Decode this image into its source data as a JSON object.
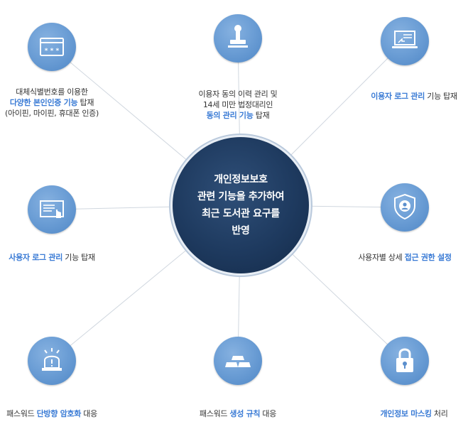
{
  "hub": {
    "line1": "개인정보보호",
    "line2": "관련 기능을 추가하여",
    "line3": "최근 도서관 요구를",
    "line4": "반영"
  },
  "colors": {
    "accent": "#3a7bd5",
    "node": "#6d9fd6",
    "hub": "#1e3a5f",
    "line": "#d0d7df"
  },
  "items": [
    {
      "icon": "password-card-icon",
      "lines": [
        [
          {
            "t": "대체식별번호를 이용한",
            "hl": false
          }
        ],
        [
          {
            "t": "다양한 본인인증 기능",
            "hl": true
          },
          {
            "t": " 탑재",
            "hl": false
          }
        ],
        [
          {
            "t": "(아이핀, 마이핀, 휴대폰 인증)",
            "hl": false
          }
        ]
      ]
    },
    {
      "icon": "stamp-icon",
      "lines": [
        [
          {
            "t": "이용자 동의 이력 관리 및",
            "hl": false
          }
        ],
        [
          {
            "t": "14세 미만 법정대리인",
            "hl": false
          }
        ],
        [
          {
            "t": "동의 관리 기능",
            "hl": true
          },
          {
            "t": " 탑재",
            "hl": false
          }
        ]
      ]
    },
    {
      "icon": "laptop-icon",
      "lines": [
        [
          {
            "t": "이용자 로그 관리",
            "hl": true
          },
          {
            "t": " 기능 탑재",
            "hl": false
          }
        ]
      ]
    },
    {
      "icon": "log-screen-hand-icon",
      "lines": [
        [
          {
            "t": "사용자 로그 관리",
            "hl": true
          },
          {
            "t": " 기능 탑재",
            "hl": false
          }
        ]
      ]
    },
    {
      "icon": "user-shield-icon",
      "lines": [
        [
          {
            "t": "사용자별 상세 ",
            "hl": false
          },
          {
            "t": "접근 권한 설정",
            "hl": true
          }
        ]
      ]
    },
    {
      "icon": "alarm-light-icon",
      "lines": [
        [
          {
            "t": "패스워드 ",
            "hl": false
          },
          {
            "t": "단방향 암호화",
            "hl": true
          },
          {
            "t": " 대응",
            "hl": false
          }
        ]
      ]
    },
    {
      "icon": "gold-bars-icon",
      "lines": [
        [
          {
            "t": "패스워드 ",
            "hl": false
          },
          {
            "t": "생성 규칙",
            "hl": true
          },
          {
            "t": " 대응",
            "hl": false
          }
        ]
      ]
    },
    {
      "icon": "padlock-icon",
      "lines": [
        [
          {
            "t": "개인정보 마스킹",
            "hl": true
          },
          {
            "t": " 처리",
            "hl": false
          }
        ]
      ]
    }
  ]
}
